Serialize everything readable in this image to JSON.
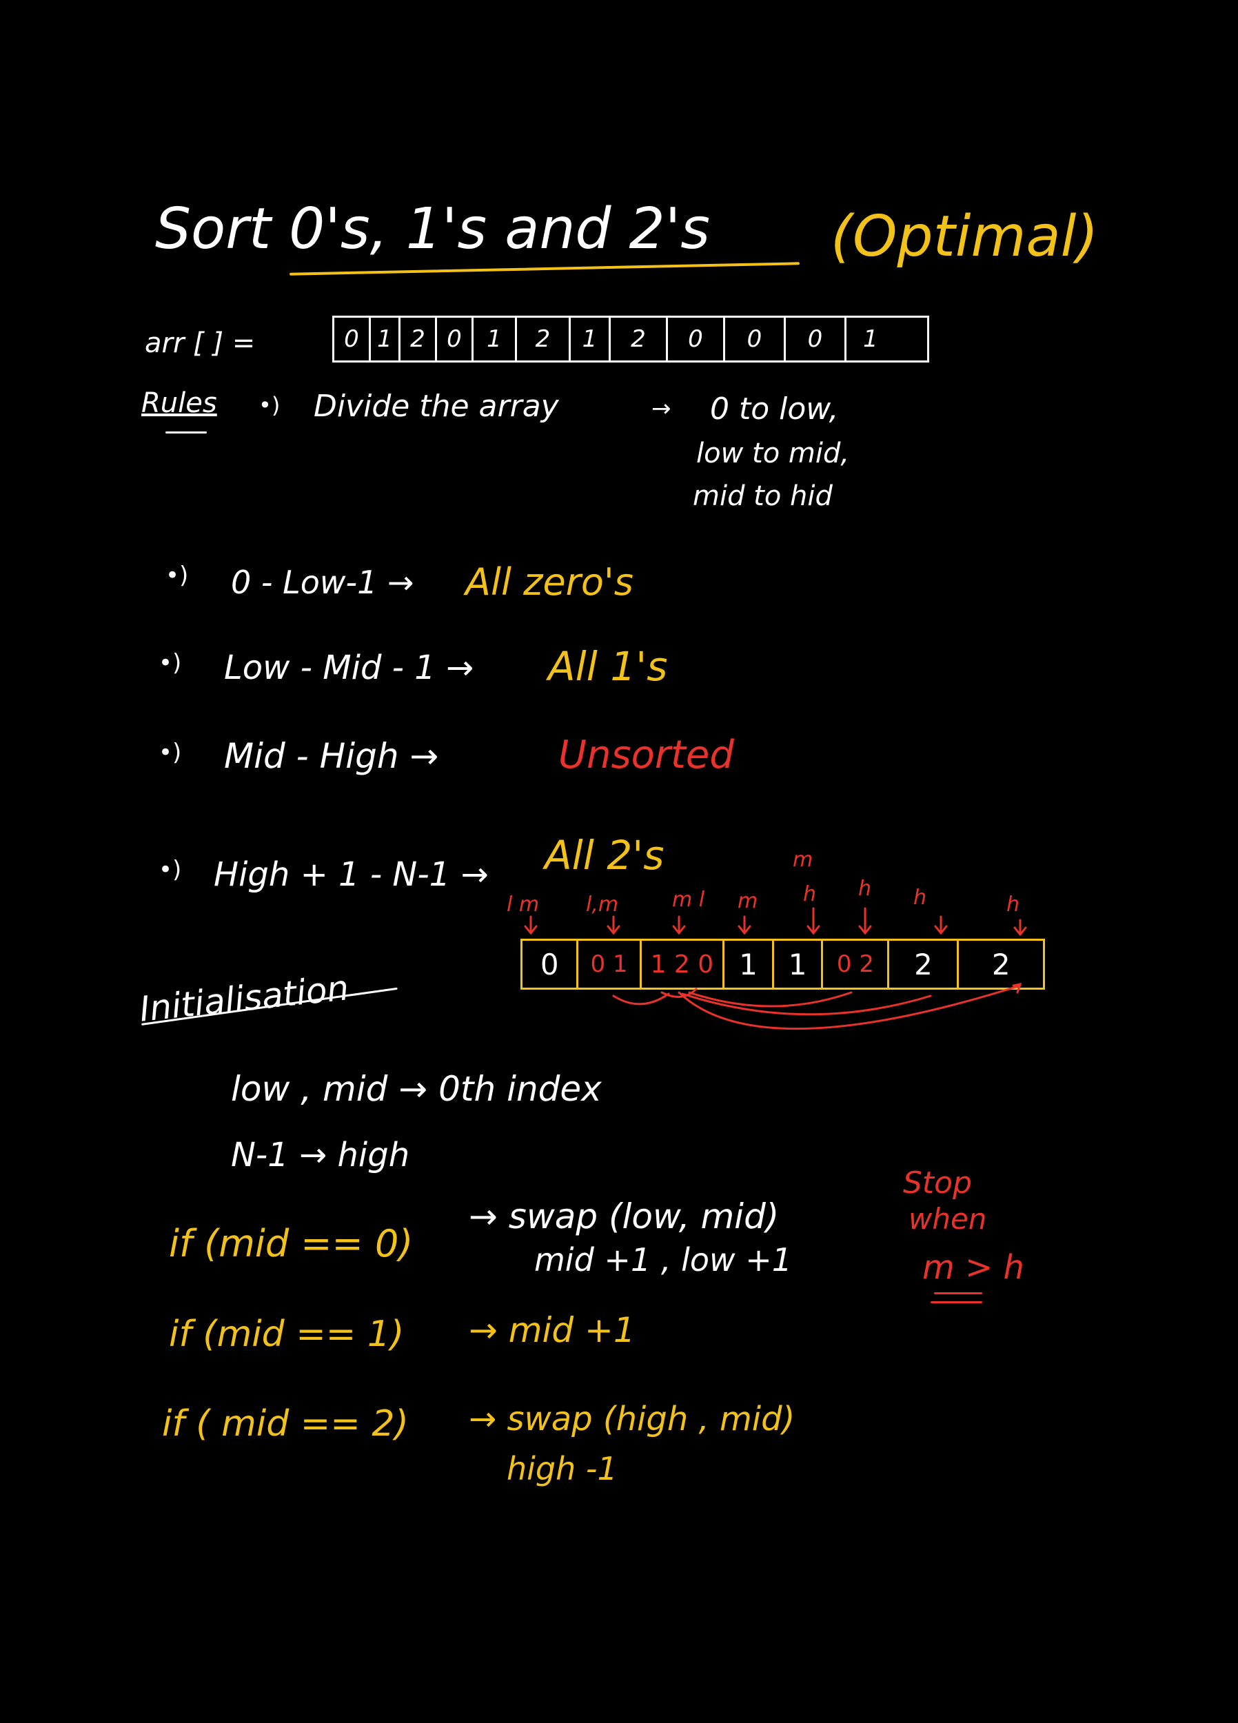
{
  "title": {
    "main": "Sort 0's, 1's and 2's",
    "qualifier": "(Optimal)"
  },
  "array_line": {
    "label": "arr [ ] =",
    "values": [
      "0",
      "1",
      "2",
      "0",
      "1",
      "2",
      "1",
      "2",
      "0",
      "0",
      "0",
      "1"
    ]
  },
  "rules": {
    "label": "Rules",
    "bullet": "•)",
    "line1": "Divide the array",
    "arrow": "→",
    "parts": [
      "0 to low,",
      "low to mid,",
      "mid to hid"
    ]
  },
  "ranges": [
    {
      "bullet": "•)",
      "range": "0 - Low-1 →",
      "meaning": "All zero's",
      "color": "#f3c21a"
    },
    {
      "bullet": "•)",
      "range": "Low - Mid - 1  →",
      "meaning": "All 1's",
      "color": "#f3c21a"
    },
    {
      "bullet": "•)",
      "range": "Mid   -  High →",
      "meaning": "Unsorted",
      "color": "#e8322a"
    },
    {
      "bullet": "•)",
      "range": "High + 1  - N-1 →",
      "meaning": "All 2's",
      "color": "#f3c21a"
    }
  ],
  "trace": {
    "cells": [
      "0",
      "0 1",
      "1 2 0",
      "1",
      "1",
      "0 2",
      "2",
      "2"
    ],
    "marks": [
      "l m",
      "l,m",
      "m l",
      "m",
      "m",
      "h",
      "h",
      "h",
      "h"
    ]
  },
  "initialisation": {
    "label": "Initialisation",
    "line1": "low , mid → 0th index",
    "line2": "N-1 → high"
  },
  "conditions": [
    {
      "cond": "if  (mid == 0)",
      "action": "→ swap (low, mid)",
      "action2": "mid +1 ,  low +1"
    },
    {
      "cond": "if  (mid == 1)",
      "action": "→  mid +1",
      "action2": ""
    },
    {
      "cond": "if  ( mid == 2)",
      "action": "→ swap (high , mid)",
      "action2": "high -1"
    }
  ],
  "stop_note": {
    "line1": "Stop",
    "line2": "when",
    "line3": "m > h"
  },
  "colors": {
    "background": "#000000",
    "white": "#ffffff",
    "yellow": "#f3c21a",
    "red": "#e8322a"
  }
}
